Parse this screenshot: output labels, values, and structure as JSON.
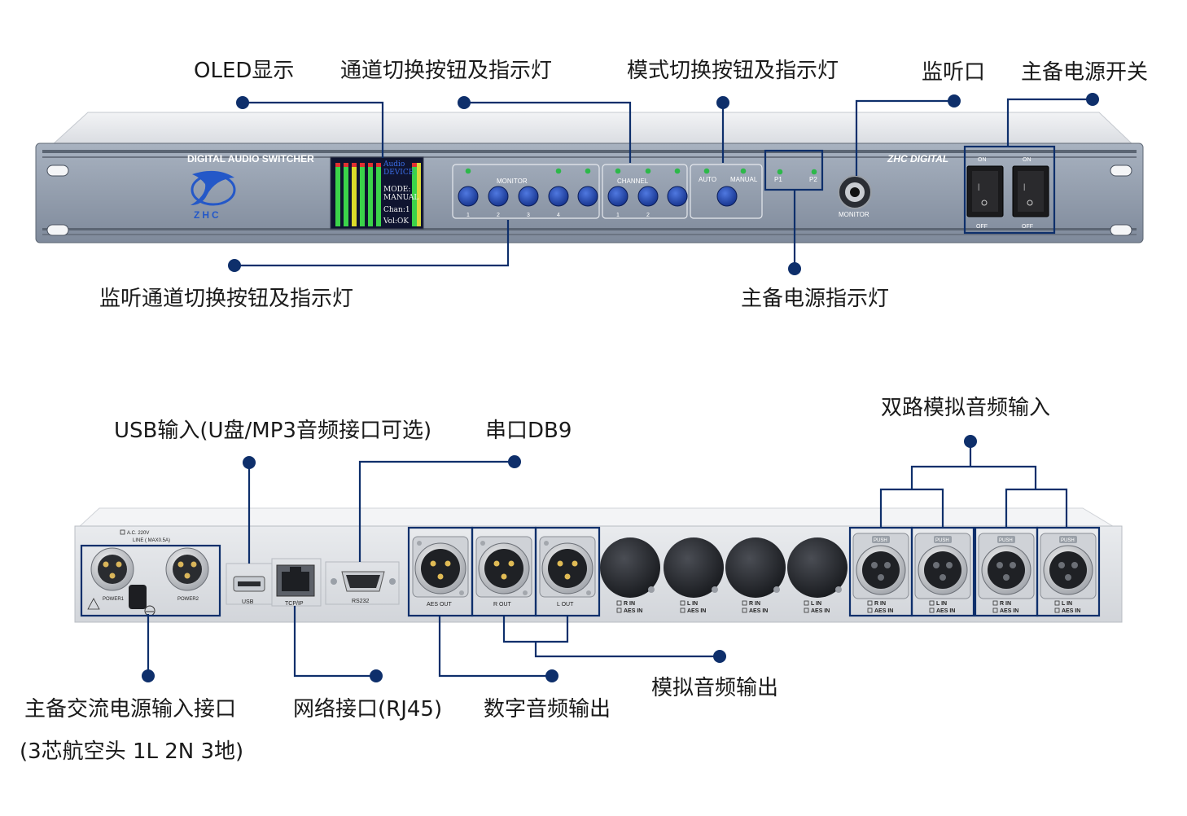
{
  "callouts": {
    "oled": "OLED显示",
    "channel_buttons": "通道切换按钮及指示灯",
    "mode_buttons": "模式切换按钮及指示灯",
    "monitor_port": "监听口",
    "power_switch": "主备电源开关",
    "monitor_channel_buttons": "监听通道切换按钮及指示灯",
    "power_indicator": "主备电源指示灯",
    "usb_input": "USB输入(U盘/MP3音频接口可选)",
    "serial_port": "串口DB9",
    "dual_analog_input": "双路模拟音频输入",
    "ac_power_input": "主备交流电源输入接口",
    "ac_power_note": "(3芯航空头 1L 2N 3地)",
    "network_port": "网络接口(RJ45)",
    "digital_output": "数字音频输出",
    "analog_output": "模拟音频输出"
  },
  "front_panel": {
    "model_title": "DIGITAL AUDIO SWITCHER",
    "brand_logo": "ZHC",
    "brand_name": "ZHC DIGITAL",
    "oled_lines": [
      "Audio",
      "DEVICE",
      "MODE:",
      "MANUAL",
      "Chan:1",
      "Vol:OK"
    ],
    "monitor_label": "MONITOR",
    "monitor_numbers": [
      "1",
      "2",
      "3",
      "4"
    ],
    "channel_label": "CHANNEL",
    "channel_numbers": [
      "1",
      "2"
    ],
    "auto_label": "AUTO",
    "manual_label": "MANUAL",
    "p1_label": "P1",
    "p2_label": "P2",
    "jack_label": "MONITOR",
    "switch_on_label": "ON",
    "switch_off_label": "OFF"
  },
  "rear_panel": {
    "ac_label_line1": "A.C. 220V",
    "ac_label_line2": "LINE ( MAX0.5A)",
    "power1_label": "POWER1",
    "power2_label": "POWER2",
    "usb_label": "USB",
    "tcpip_label": "TCP/IP",
    "rs232_label": "RS232",
    "aes_out_label": "AES OUT",
    "r_out_label": "R OUT",
    "l_out_label": "L OUT",
    "blank_labels": [
      [
        "R IN",
        "AES IN"
      ],
      [
        "L IN",
        "AES IN"
      ],
      [
        "R IN",
        "AES IN"
      ],
      [
        "L IN",
        "AES IN"
      ]
    ],
    "xlr_in_labels": [
      [
        "R IN",
        "AES IN"
      ],
      [
        "L IN",
        "AES IN"
      ],
      [
        "R IN",
        "AES IN"
      ],
      [
        "L IN",
        "AES IN"
      ]
    ],
    "push_label": "PUSH"
  },
  "colors": {
    "callout_line": "#0e2f6b",
    "panel_face": "#8d98a8",
    "button_blue": "#1f43a8",
    "led_green": "#2db84a"
  }
}
